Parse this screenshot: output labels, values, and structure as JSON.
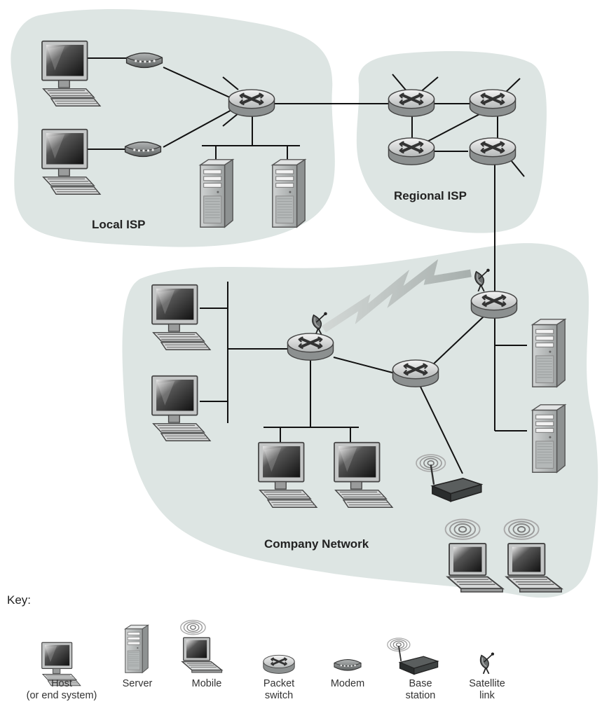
{
  "regions": {
    "local_isp": "Local ISP",
    "regional_isp": "Regional ISP",
    "company_network": "Company Network"
  },
  "key": {
    "title": "Key:",
    "items": [
      {
        "icon": "host-icon",
        "line1": "Host",
        "line2": "(or end system)"
      },
      {
        "icon": "server-icon",
        "line1": "Server",
        "line2": ""
      },
      {
        "icon": "mobile-icon",
        "line1": "Mobile",
        "line2": ""
      },
      {
        "icon": "packet-switch-icon",
        "line1": "Packet",
        "line2": "switch"
      },
      {
        "icon": "modem-icon",
        "line1": "Modem",
        "line2": ""
      },
      {
        "icon": "base-station-icon",
        "line1": "Base",
        "line2": "station"
      },
      {
        "icon": "satellite-link-icon",
        "line1": "Satellite",
        "line2": "link"
      }
    ]
  },
  "colors": {
    "region_fill": "#dde5e3",
    "wireless_link": "#c9cfcd",
    "router_body": "#b9bcbc",
    "line": "#111111"
  }
}
